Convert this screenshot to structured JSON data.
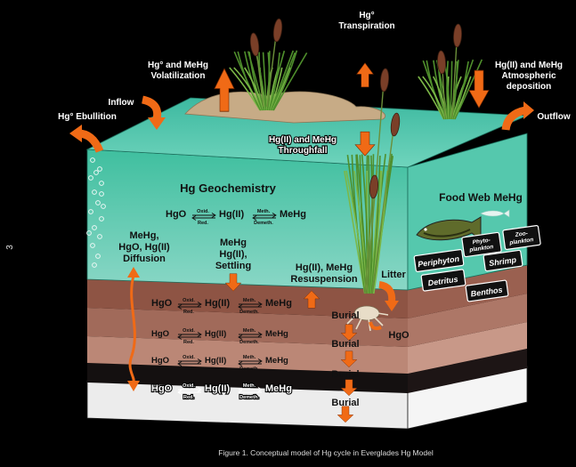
{
  "page_marker": "3",
  "caption": "Figure 1.  Conceptual model of Hg cycle in Everglades Hg Model",
  "atmosphere": {
    "transpiration": [
      "Hg°",
      "Transpiration"
    ],
    "volatilization": [
      "Hg° and MeHg",
      "Volatilization"
    ],
    "deposition": [
      "Hg(II) and MeHg",
      "Atmospheric",
      "deposition"
    ],
    "inflow": "Inflow",
    "ebullition": "Hg° Ebullition",
    "outflow": "Outflow",
    "throughfall": [
      "Hg(II) and MeHg",
      "Throughfall"
    ]
  },
  "water": {
    "title": "Hg Geochemistry",
    "food_web": "Food Web MeHg",
    "diffusion": [
      "MeHg,",
      "HgO, Hg(II)",
      "Diffusion"
    ],
    "settling": [
      "MeHg",
      "Hg(II),",
      "Settling"
    ],
    "resuspension": [
      "Hg(II), MeHg",
      "Resuspension"
    ],
    "litter": "Litter"
  },
  "reaction": {
    "hg0": "HgO",
    "hg2": "Hg(II)",
    "mehg": "MeHg",
    "oxid": "Oxid.",
    "red": "Red.",
    "meth": "Meth.",
    "demeth": "Demeth."
  },
  "food_web_boxes": [
    "Zoo-",
    "plankton",
    "Phyto-",
    "plankton",
    "Periphyton",
    "Detritus",
    "Shrimp",
    "Benthos"
  ],
  "sediment": {
    "burial": "Burial",
    "root_hg0": "HgO"
  }
}
